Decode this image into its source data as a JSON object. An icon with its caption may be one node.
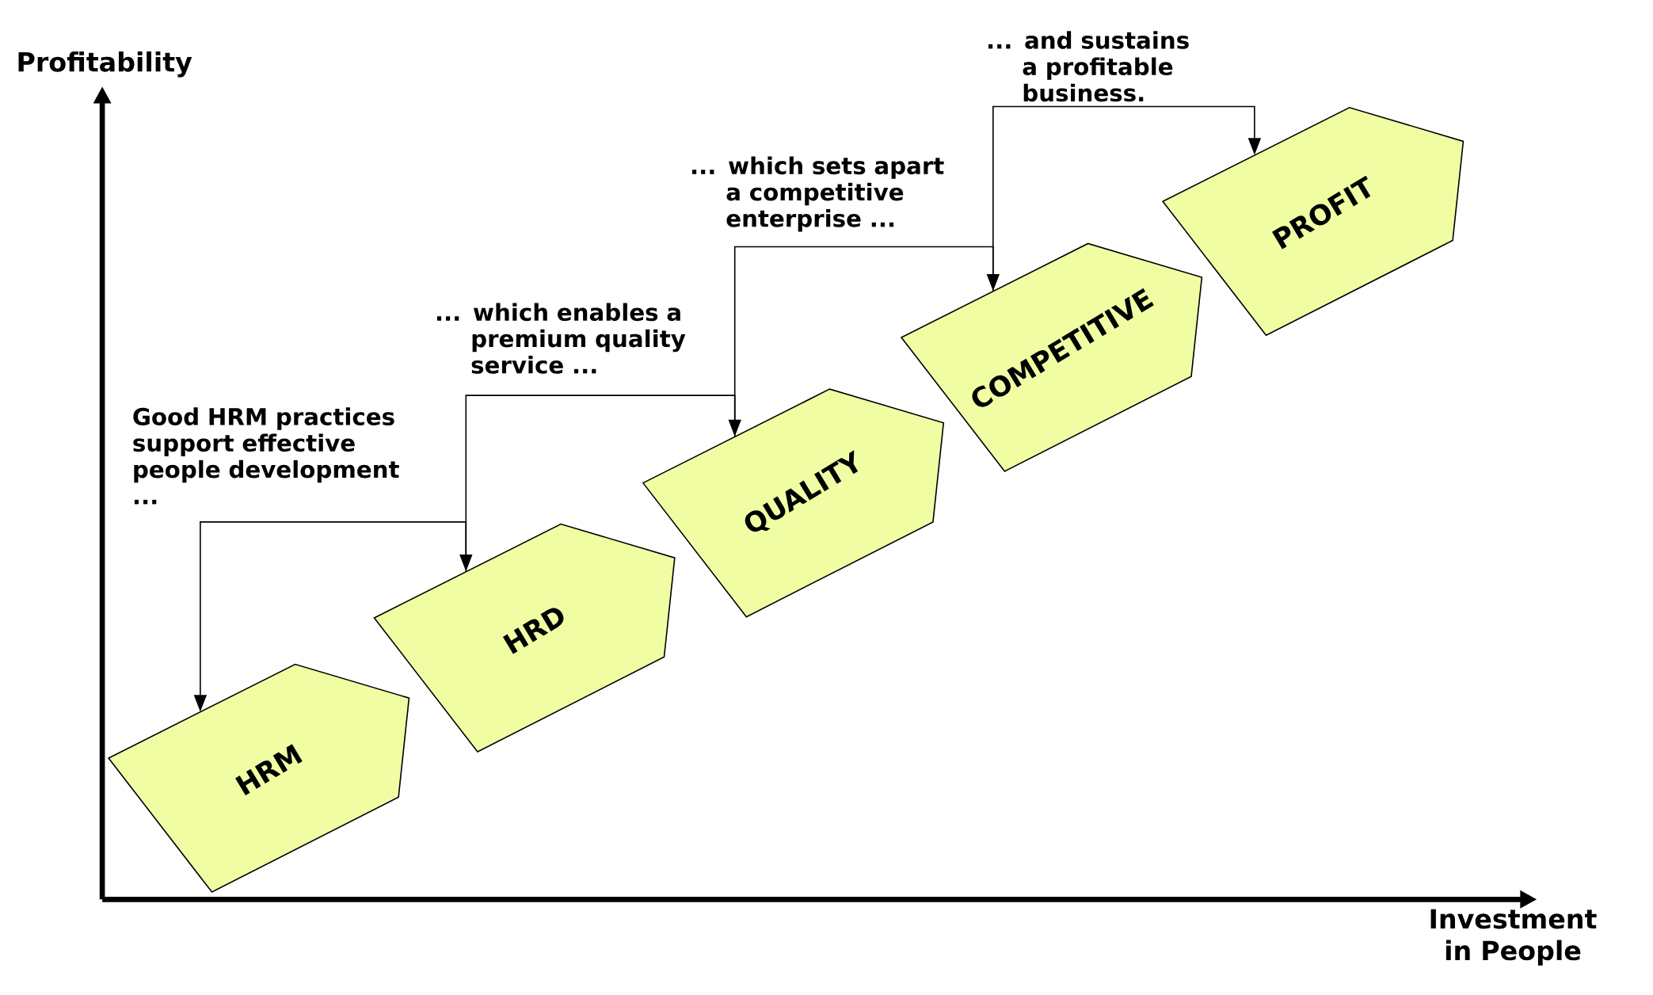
{
  "diagram": {
    "nodes": [
      {
        "text": [
          "HRM"
        ]
      },
      {
        "text": [
          "HRD"
        ]
      },
      {
        "text": [
          "QUALITY"
        ]
      },
      {
        "text": [
          "COMPETITIVE"
        ]
      },
      {
        "text": [
          "PROFIT"
        ]
      }
    ],
    "edges": [
      {
        "from": 0,
        "to": 1,
        "arrow": "both",
        "label": "Good HRM practices support effective people development ..."
      },
      {
        "from": 1,
        "to": 2,
        "arrow": "to",
        "label": "... which enables a premium quality service ..."
      },
      {
        "from": 2,
        "to": 3,
        "arrow": "to",
        "label": "... which sets apart a competitive enterprise ..."
      },
      {
        "from": 3,
        "to": 4,
        "arrow": "to",
        "label": "... and sustains a profitable business."
      }
    ],
    "labels": [
      "Profitability",
      "Investment in People"
    ]
  }
}
